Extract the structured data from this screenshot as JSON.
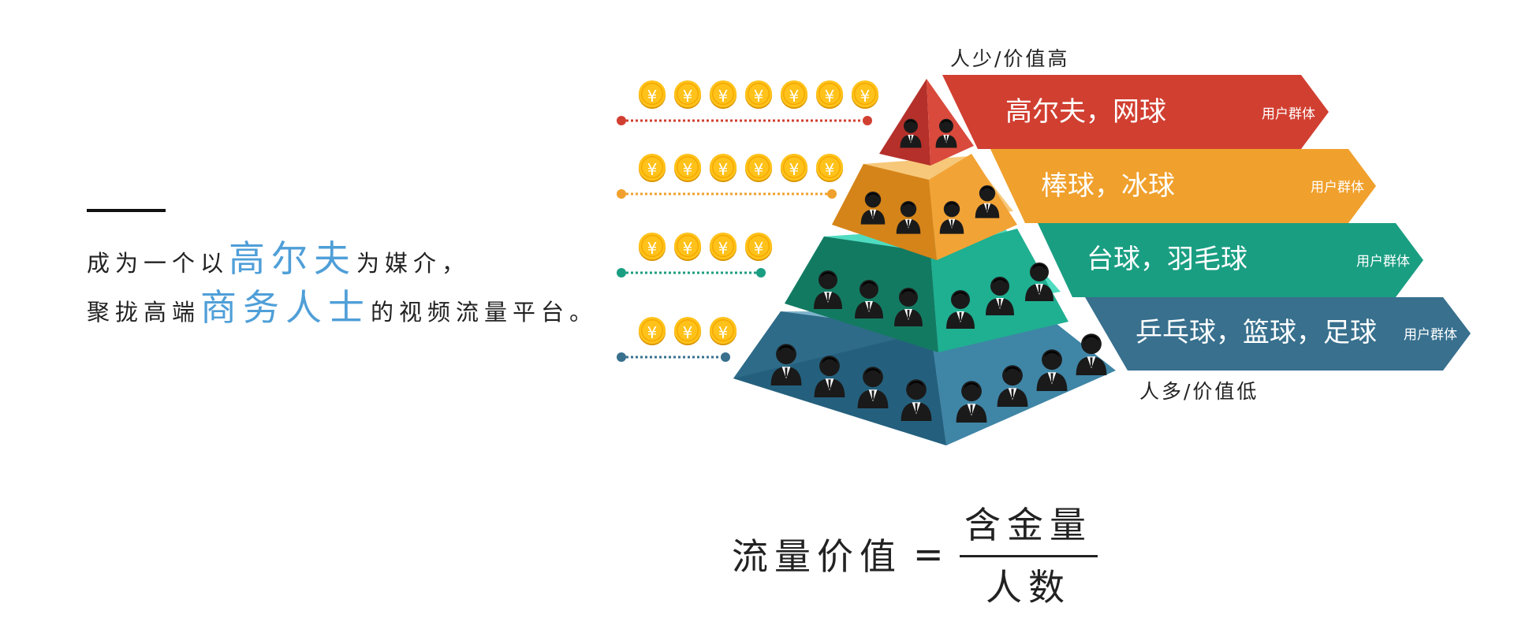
{
  "intro": {
    "line1_a": "成为一个以",
    "line1_hl": "高尔夫",
    "line1_b": "为媒介，",
    "line2_a": "聚拢高端",
    "line2_hl": "商务人士",
    "line2_b": "的视频流量平台。"
  },
  "pyramid": {
    "top_label": "人少/价值高",
    "bottom_label": "人多/价值低",
    "group_tag": "用户群体",
    "coin_symbol": "¥",
    "tiers": [
      {
        "sports": "高尔夫，网球",
        "coins": 7,
        "people_shown": 2,
        "color": "#d13f31"
      },
      {
        "sports": "棒球，冰球",
        "coins": 6,
        "people_shown": 4,
        "color": "#f0a02c"
      },
      {
        "sports": "台球，羽毛球",
        "coins": 4,
        "people_shown": 6,
        "color": "#1a9e82"
      },
      {
        "sports": "乒乓球，篮球，足球",
        "coins": 3,
        "people_shown": 8,
        "color": "#38708e"
      }
    ]
  },
  "formula": {
    "lhs": "流量价值",
    "equals": "=",
    "numerator": "含金量",
    "denominator": "人数"
  }
}
